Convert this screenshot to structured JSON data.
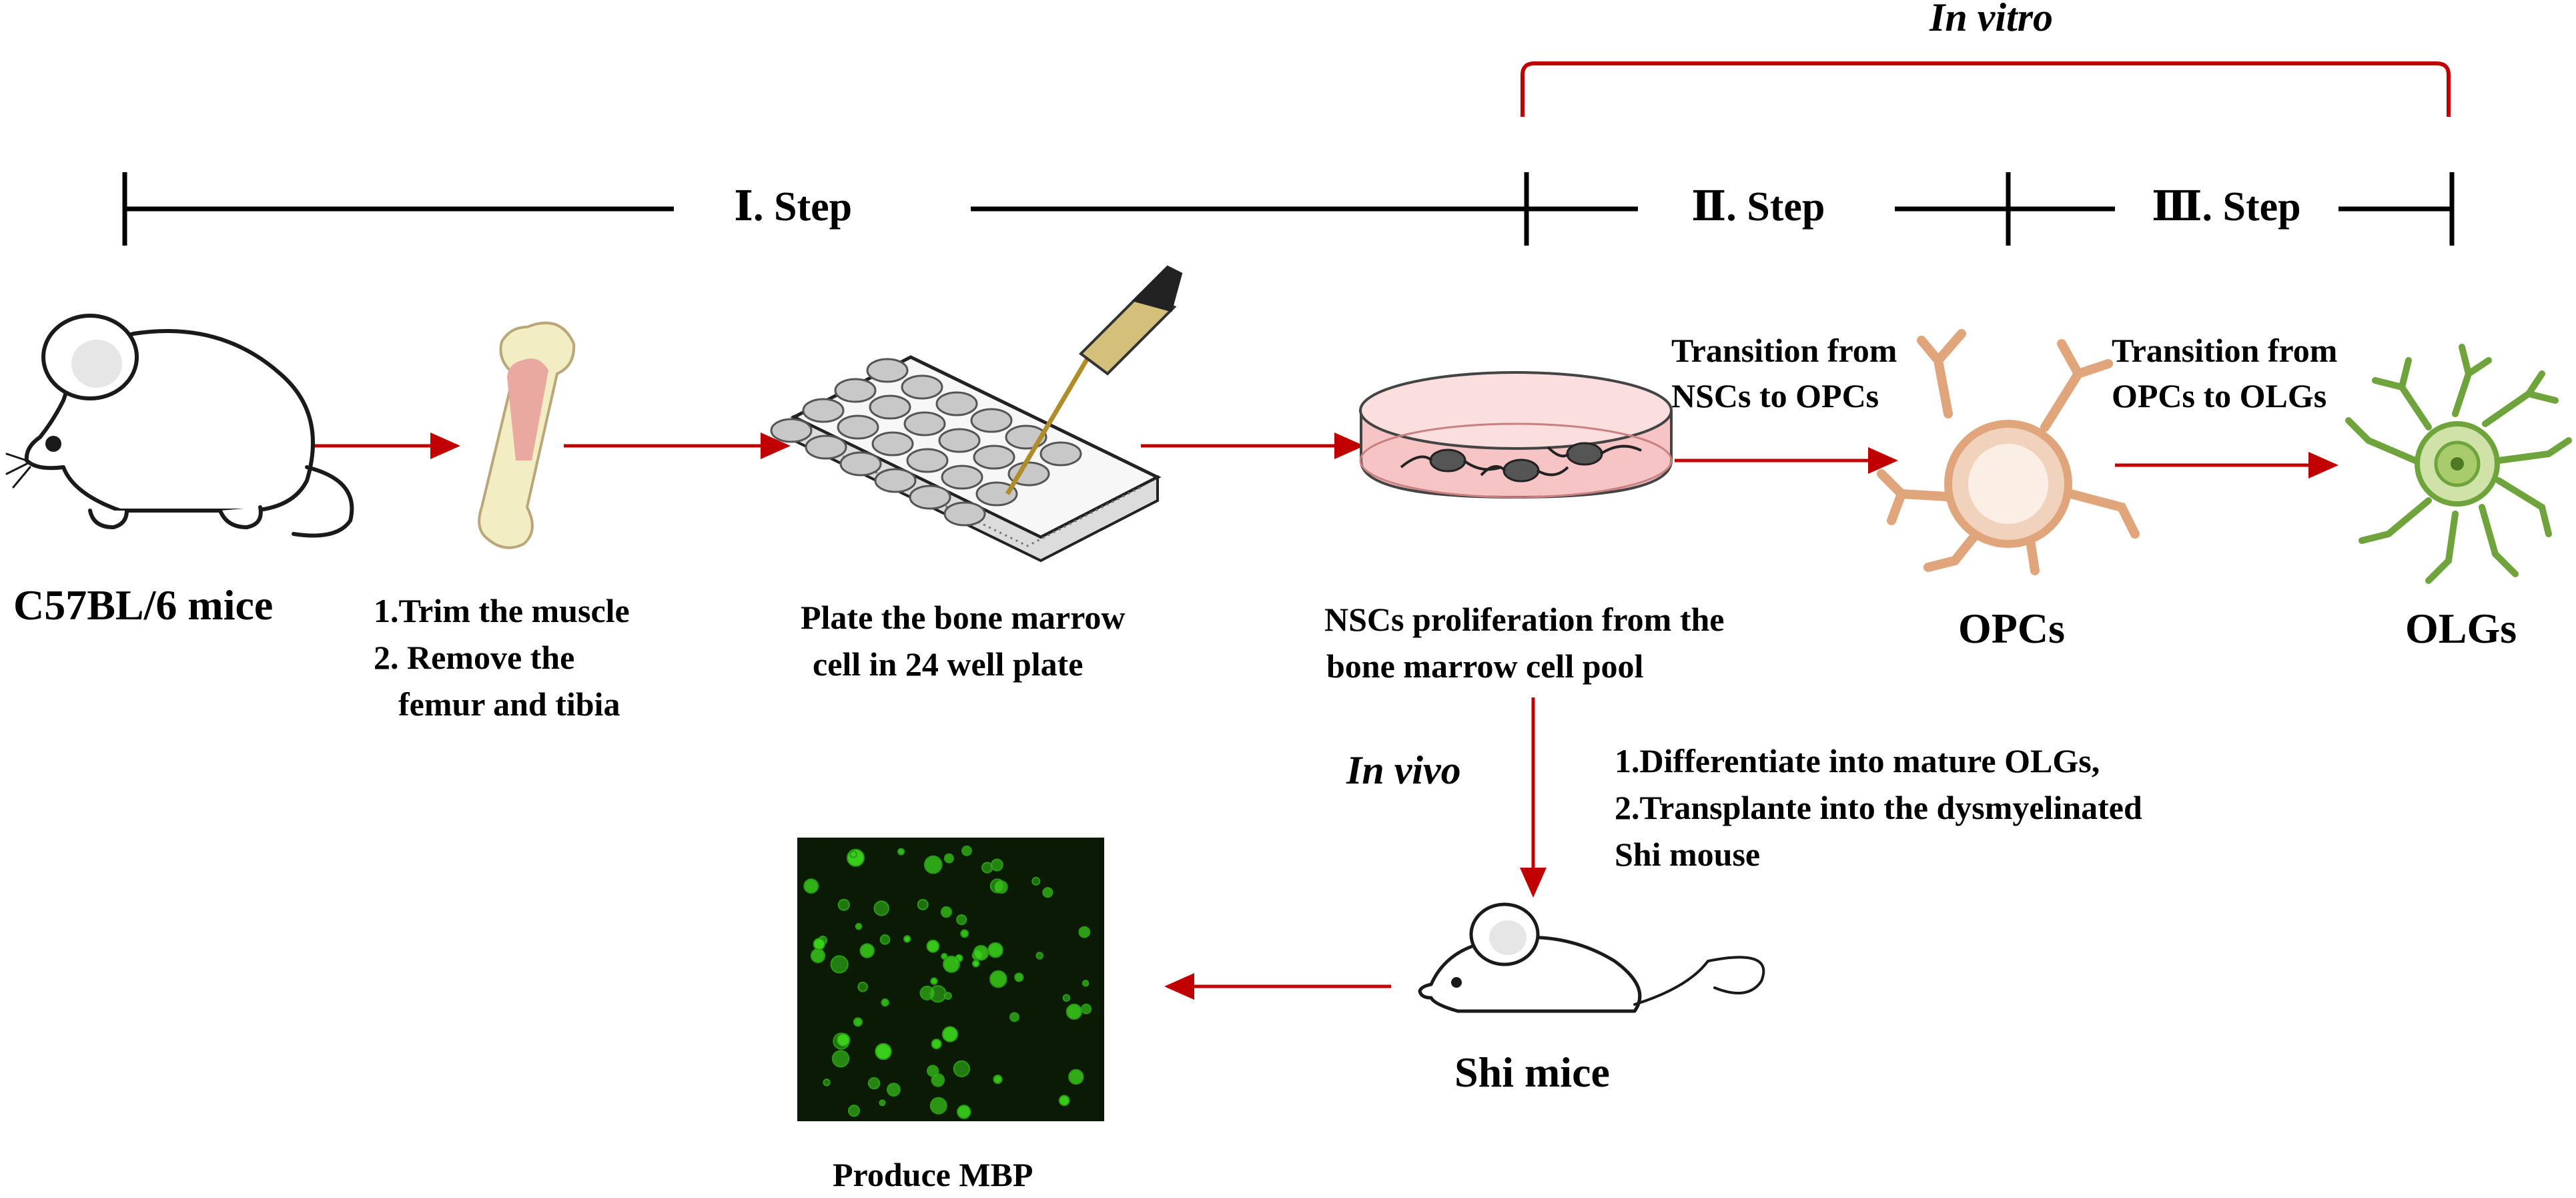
{
  "header": {
    "in_vitro": "In vitro",
    "step1": "Ⅰ. Step",
    "step2": "Ⅱ. Step",
    "step3": "Ⅲ. Step"
  },
  "labels": {
    "mouse": "C57BL/6 mice",
    "bone_line1": "1.Trim the muscle",
    "bone_line2": "2. Remove the",
    "bone_line3": "femur and tibia",
    "plate_line1": "Plate the  bone marrow",
    "plate_line2": "cell in 24 well plate",
    "dish_line1": "NSCs proliferation from the",
    "dish_line2": "bone marrow cell pool",
    "trans1_line1": "Transition from",
    "trans1_line2": "NSCs to OPCs",
    "trans2_line1": "Transition from",
    "trans2_line2": "OPCs to OLGs",
    "opcs": "OPCs",
    "olgs": "OLGs",
    "in_vivo": "In vivo",
    "vivo_line1": "1.Differentiate into mature OLGs,",
    "vivo_line2": "2.Transplante into the dysmyelinated",
    "vivo_line3": "Shi mouse",
    "shi_mice": "Shi mice",
    "produce_mbp": "Produce MBP"
  },
  "colors": {
    "arrow": "#c00000",
    "bracket": "#c00000",
    "line": "#000000",
    "opc": "#e8b48c",
    "olg": "#6fa33c",
    "dish_fill": "#f6c4c4",
    "micrograph_bg": "#0a1a05",
    "micrograph_cell": "#39d11b"
  },
  "icons": [
    "mouse-icon",
    "bone-icon",
    "well-plate-icon",
    "petri-dish-icon",
    "opc-cell-icon",
    "olg-cell-icon",
    "shi-mouse-icon",
    "mbp-micrograph-icon"
  ]
}
